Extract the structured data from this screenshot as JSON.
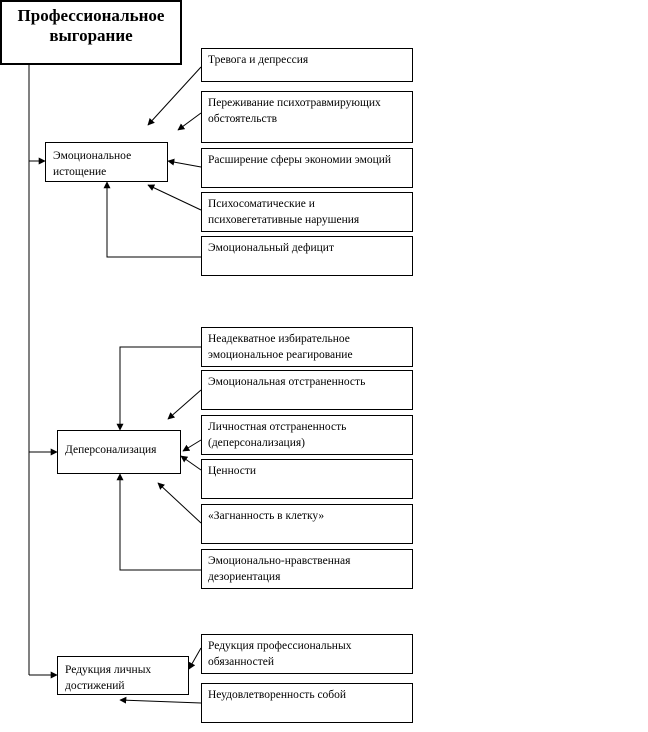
{
  "title": "Профессиональное выгорание",
  "categories": [
    {
      "label": "Эмоциональное истощение",
      "items": [
        "Тревога и депрессия",
        "Переживание психотравмирующих обстоятельств",
        "Расширение сферы экономии эмоций",
        "Психосоматические и психовегетативные нарушения",
        "Эмоциональный дефицит"
      ]
    },
    {
      "label": "Деперсонализация",
      "items": [
        "Неадекватное избирательное эмоциональное реагирование",
        "Эмоциональная отстраненность",
        "Личностная отстраненность (деперсонализация)",
        "Ценности",
        "«Загнанность в клетку»",
        "Эмоционально-нравственная дезориентация"
      ]
    },
    {
      "label": "Редукция личных достижений",
      "items": [
        "Редукция профессиональных обязанностей",
        "Неудовлетворенность собой"
      ]
    }
  ]
}
